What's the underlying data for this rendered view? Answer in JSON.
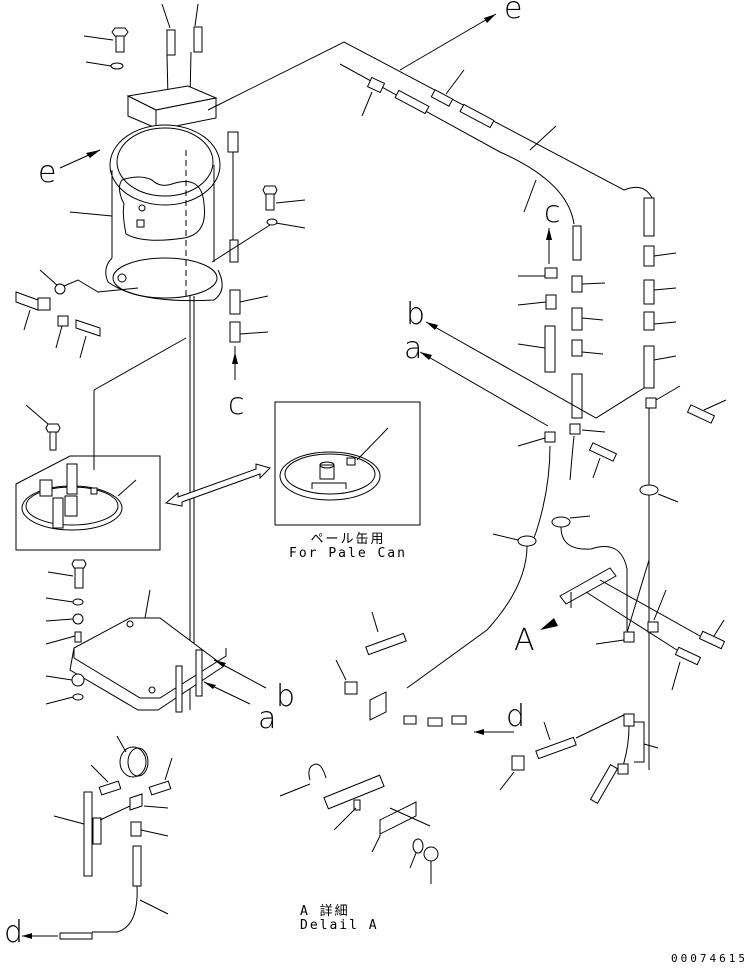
{
  "diagram": {
    "type": "exploded-parts-diagram",
    "reference_labels": {
      "e_top": "e",
      "e_left": "e",
      "c_top": "c",
      "c_left": "c",
      "b_upper": "b",
      "a_upper": "a",
      "b_lower": "b",
      "a_lower": "a",
      "A_view": "A",
      "d_right": "d",
      "d_left": "d"
    },
    "inset_pale_can": {
      "caption_jp": "ペール缶用",
      "caption_en": "For Pale Can"
    },
    "detail_a": {
      "caption_jp": "A 詳細",
      "caption_en": "Delail A"
    },
    "document_number": "00074615"
  }
}
